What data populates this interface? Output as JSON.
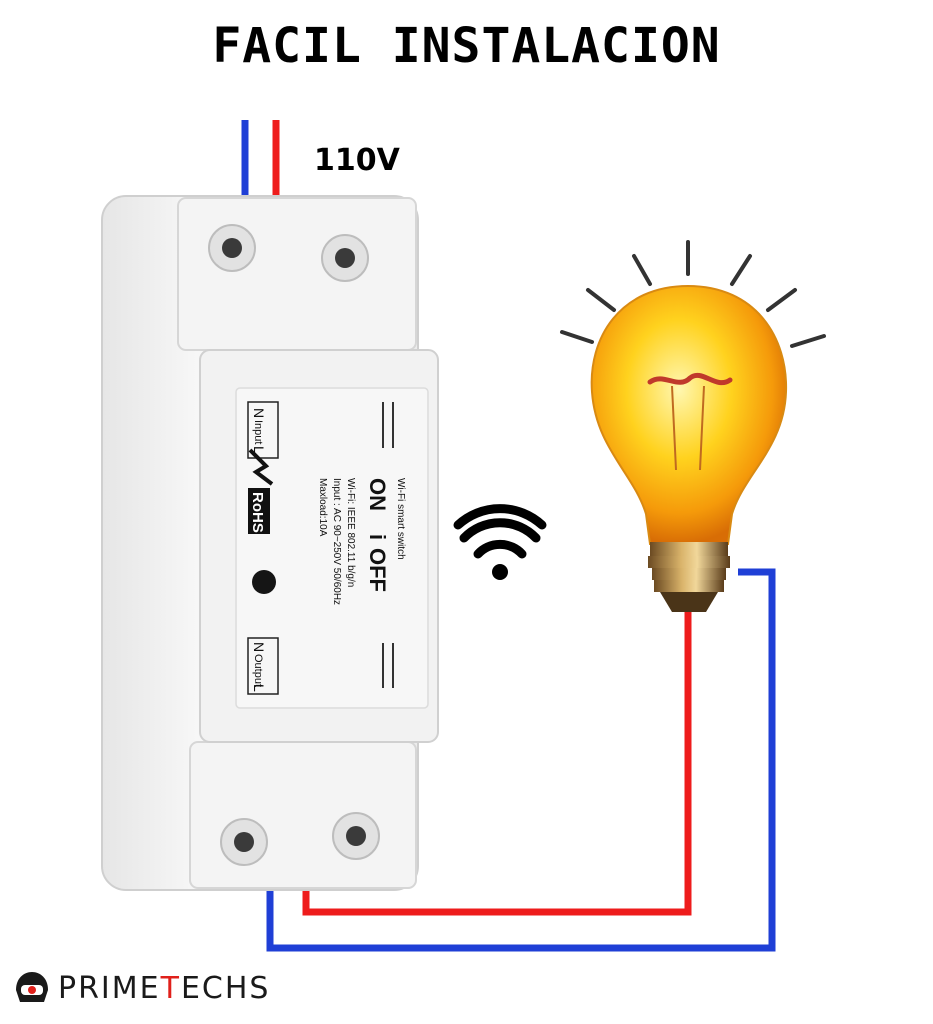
{
  "title": "FACIL INSTALACION",
  "supply_label": "110V",
  "device": {
    "brand_line": "Wi-Fi smart switch",
    "on_label": "ON",
    "off_label": "OFF",
    "spec_wifi": "Wi-Fi: IEEE 802.11 b/g/n",
    "spec_input": "Input : AC 90~250V 50/60Hz",
    "spec_maxload": "Maxload:10A",
    "input_label": "Input",
    "output_label": "Output",
    "terminal_n": "N",
    "terminal_l": "L",
    "rohs": "RoHS"
  },
  "logo": {
    "prefix": "PRIME",
    "accent": "T",
    "suffix": "ECHS"
  },
  "icons": [
    "wifi-icon",
    "light-bulb-icon",
    "primetechs-logo-icon"
  ],
  "colors": {
    "neutral_wire": "#1f3fd6",
    "live_wire": "#ee1c1c",
    "device_body": "#f1f1f1",
    "bulb_glow": "#ffc21a",
    "logo_accent": "#e0201b"
  }
}
